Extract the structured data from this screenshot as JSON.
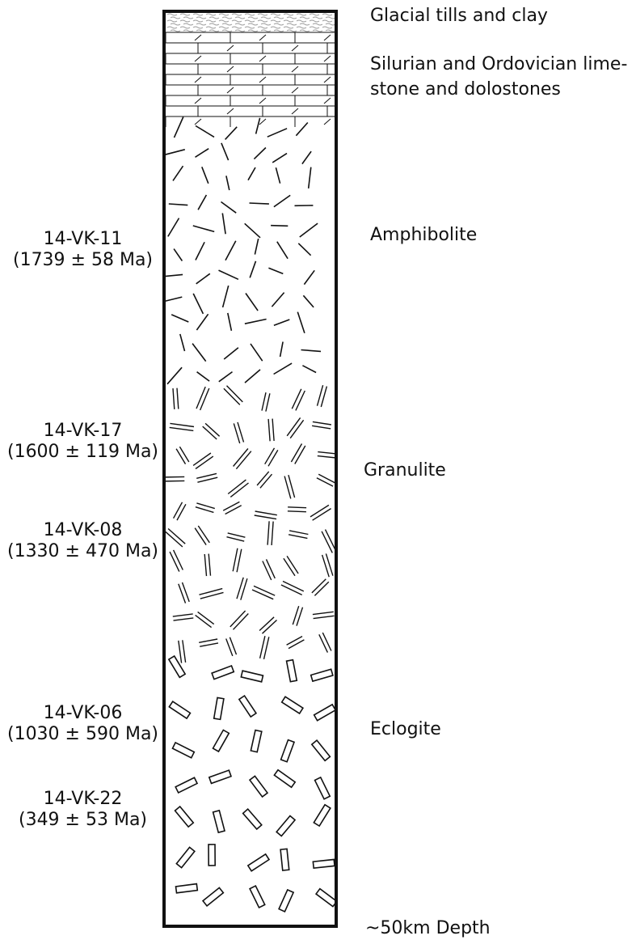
{
  "layers": [
    {
      "name": "Glacial tills and clay",
      "pattern": "till"
    },
    {
      "name": "Silurian and Ordovician lime-",
      "name_line2": "stone and dolostones",
      "pattern": "limestone-brick"
    },
    {
      "name": "Amphibolite",
      "pattern": "short-dashes"
    },
    {
      "name": "Granulite",
      "pattern": "double-dashes"
    },
    {
      "name": "Eclogite",
      "pattern": "rectangles"
    }
  ],
  "depth_label": "~50km Depth",
  "samples": [
    {
      "id": "14-VK-11",
      "age": "(1739 ± 58 Ma)"
    },
    {
      "id": "14-VK-17",
      "age": "(1600 ± 119 Ma)"
    },
    {
      "id": "14-VK-08",
      "age": "(1330 ± 470 Ma)"
    },
    {
      "id": "14-VK-06",
      "age": "(1030 ± 590 Ma)"
    },
    {
      "id": "14-VK-22",
      "age": "(349 ± 53 Ma)"
    }
  ]
}
